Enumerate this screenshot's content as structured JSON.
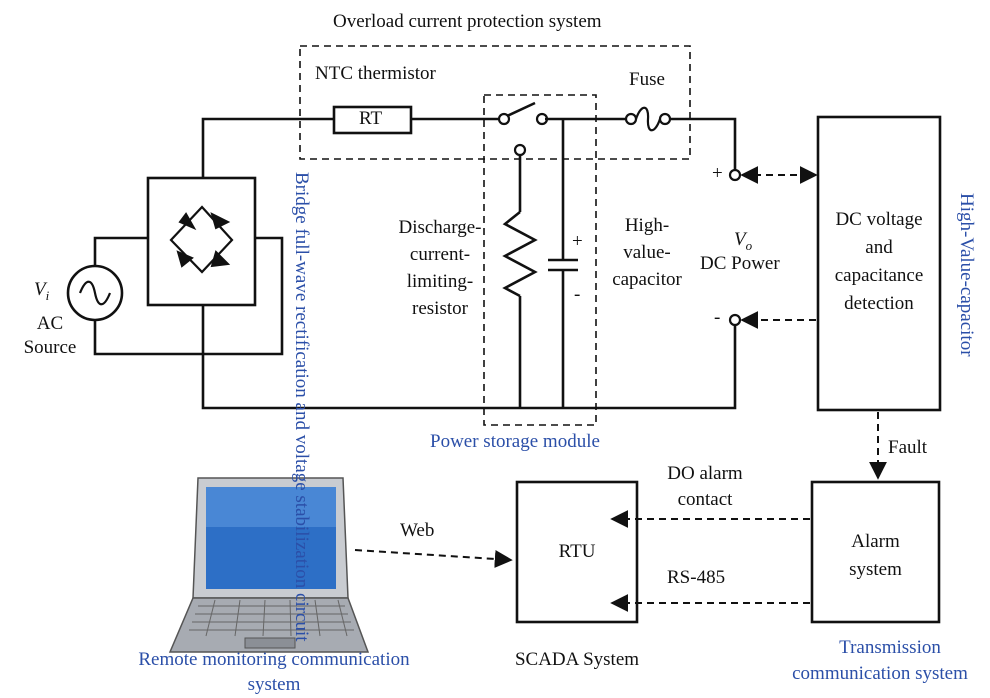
{
  "labels": {
    "overload_title": "Overload current protection system",
    "ntc": "NTC thermistor",
    "rt": "RT",
    "fuse": "Fuse",
    "bridge": "Bridge full-wave rectification and voltage stabilization circuit",
    "discharge": [
      "Discharge-",
      "current-",
      "limiting-",
      "resistor"
    ],
    "high_value": [
      "High-",
      "value-",
      "capacitor"
    ],
    "plus": "+",
    "minus": "-",
    "plus_out": "+",
    "minus_out": "-",
    "vo": "V",
    "vo_sub": "o",
    "dc_power": "DC Power",
    "vi": "V",
    "vi_sub": "i",
    "ac_source": [
      "AC",
      "Source"
    ],
    "dc_detect": [
      "DC voltage",
      "and",
      "capacitance",
      "detection"
    ],
    "high_value_cap_side": "High-Value-capacitor",
    "power_storage": "Power storage module",
    "fault": "Fault",
    "do_alarm": [
      "DO alarm",
      "contact"
    ],
    "rs485": "RS-485",
    "web": "Web",
    "rtu": "RTU",
    "alarm": [
      "Alarm",
      "system"
    ],
    "scada": "SCADA System",
    "remote": [
      "Remote monitoring communication",
      "system"
    ],
    "transmission": [
      "Transmission",
      "communication system"
    ]
  },
  "colors": {
    "line": "#111111",
    "accent": "#2b4fa8"
  }
}
